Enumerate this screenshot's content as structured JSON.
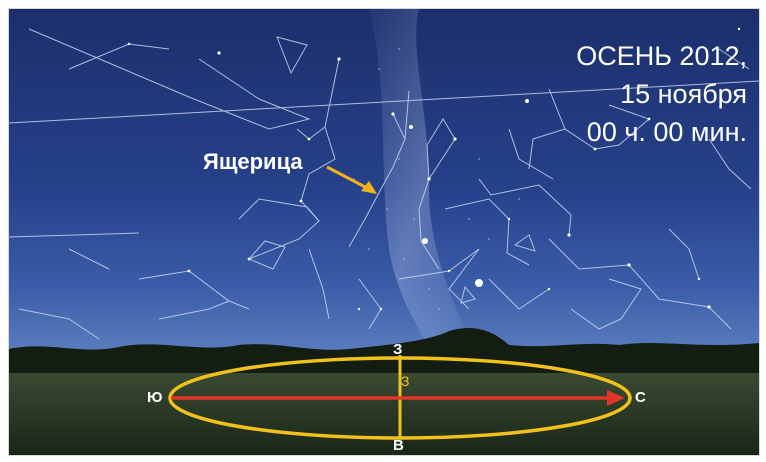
{
  "title": {
    "line1": "ОСЕНЬ 2012,",
    "line2": "15 ноября",
    "line3": "00 ч. 00 мин."
  },
  "constellation_label": "Ящерица",
  "directions": {
    "south": "Ю",
    "north": "С",
    "west": "З",
    "east": "В",
    "west_small": "З"
  },
  "colors": {
    "sky_top": "#1c2f6c",
    "sky_horizon": "#7d9ccc",
    "ground": "#1e2a1c",
    "ellipse": "#f2c21c",
    "arrow": "#e0352b",
    "constellation_lines": "#c8d6f0",
    "label_arrow": "#f2b21c"
  },
  "icons": [
    "label-arrow-icon",
    "horizon-ellipse-icon",
    "south-north-arrow-icon"
  ]
}
